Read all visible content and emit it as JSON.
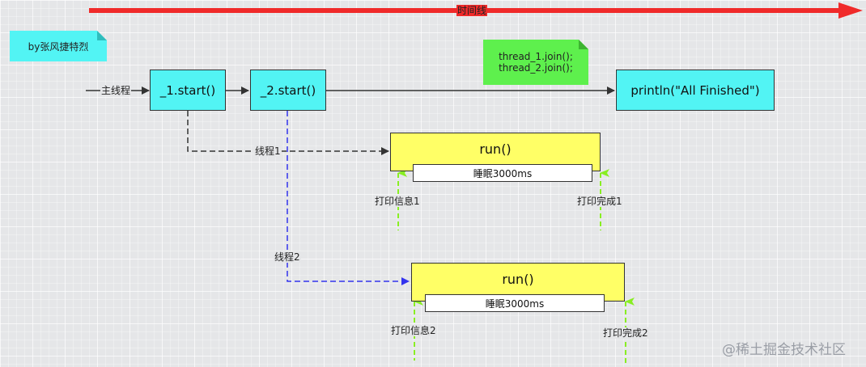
{
  "timeline": {
    "label": "时间线"
  },
  "author_note": {
    "text": "by张风捷特烈"
  },
  "main_thread": {
    "label": "主线程",
    "start1": "_1.start()",
    "start2": "_2.start()",
    "finished": "println(\"All Finished\")"
  },
  "join_note": {
    "line1": "thread_1.join();",
    "line2": "thread_2.join();"
  },
  "thread1": {
    "label": "线程1",
    "run": "run()",
    "sleep": "睡眠3000ms",
    "print_info": "打印信息1",
    "print_done": "打印完成1"
  },
  "thread2": {
    "label": "线程2",
    "run": "run()",
    "sleep": "睡眠3000ms",
    "print_info": "打印信息2",
    "print_done": "打印完成2"
  },
  "watermark": {
    "text": "@稀土掘金技术社区"
  },
  "colors": {
    "timeline": "#f02a2a",
    "main_box": "#52f4f4",
    "run_box": "#ffff66",
    "author_note": "#52f4f4",
    "join_note": "#5ef04d",
    "thread1_line": "#333333",
    "thread2_line": "#3333ee",
    "marker_arrow": "#88ee22"
  }
}
